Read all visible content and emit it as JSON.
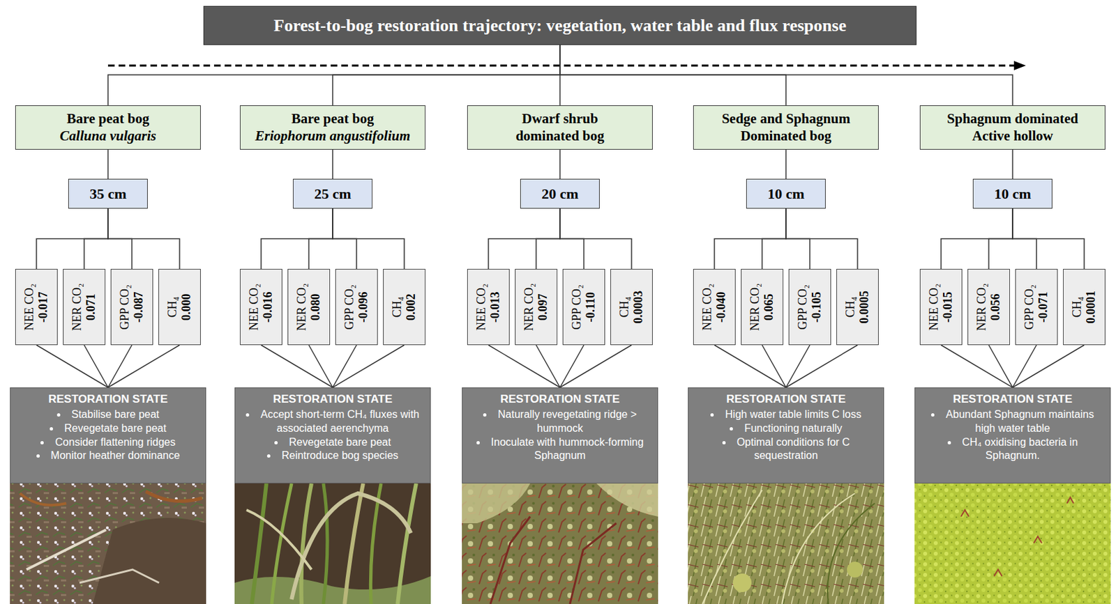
{
  "diagram": {
    "nodes": [
      {
        "text": [
          "Forest-to-bog restoration trajectory: vegetation, water table and flux response"
        ]
      },
      {
        "text": [
          "Bare peat bog",
          "Calluna vulgaris"
        ]
      },
      {
        "text": [
          "35 cm"
        ]
      },
      {
        "text": [
          "NEE CO₂",
          "-0.017"
        ]
      },
      {
        "text": [
          "NER CO₂",
          "0.071"
        ]
      },
      {
        "text": [
          "GPP CO₂",
          "-0.087"
        ]
      },
      {
        "text": [
          "CH₄",
          "0.000"
        ]
      },
      {
        "text": [
          "RESTORATION STATE",
          "Stabilise bare peat",
          "Revegetate bare peat",
          "Consider flattening ridges",
          "Monitor heather dominance"
        ]
      },
      {
        "text": [
          "Bare peat bog",
          "Eriophorum angustifolium"
        ]
      },
      {
        "text": [
          "25 cm"
        ]
      },
      {
        "text": [
          "NEE CO₂",
          "-0.016"
        ]
      },
      {
        "text": [
          "NER CO₂",
          "0.080"
        ]
      },
      {
        "text": [
          "GPP CO₂",
          "-0.096"
        ]
      },
      {
        "text": [
          "CH₄",
          "0.002"
        ]
      },
      {
        "text": [
          "RESTORATION STATE",
          "Accept short-term CH₄ fluxes with associated aerenchyma",
          "Revegetate bare peat",
          "Reintroduce bog species"
        ]
      },
      {
        "text": [
          "Dwarf shrub dominated bog"
        ]
      },
      {
        "text": [
          "20 cm"
        ]
      },
      {
        "text": [
          "NEE CO₂",
          "-0.013"
        ]
      },
      {
        "text": [
          "NER CO₂",
          "0.097"
        ]
      },
      {
        "text": [
          "GPP CO₂",
          "-0.110"
        ]
      },
      {
        "text": [
          "CH₄",
          "0.0003"
        ]
      },
      {
        "text": [
          "RESTORATION STATE",
          "Naturally revegetating ridge > hummock",
          "Inoculate with hummock-forming Sphagnum"
        ]
      },
      {
        "text": [
          "Sedge and Sphagnum Dominated bog"
        ]
      },
      {
        "text": [
          "10 cm"
        ]
      },
      {
        "text": [
          "NEE CO₂",
          "-0.040"
        ]
      },
      {
        "text": [
          "NER CO₂",
          "0.065"
        ]
      },
      {
        "text": [
          "GPP CO₂",
          "-0.105"
        ]
      },
      {
        "text": [
          "CH₄",
          "0.0005"
        ]
      },
      {
        "text": [
          "RESTORATION STATE",
          "High water table limits C loss",
          "Functioning naturally",
          "Optimal conditions for C sequestration"
        ]
      },
      {
        "text": [
          "Sphagnum dominated Active hollow"
        ]
      },
      {
        "text": [
          "10 cm"
        ]
      },
      {
        "text": [
          "NEE CO₂",
          "-0.015"
        ]
      },
      {
        "text": [
          "NER CO₂",
          "0.056"
        ]
      },
      {
        "text": [
          "GPP CO₂",
          "-0.071"
        ]
      },
      {
        "text": [
          "CH₄",
          "0.0001"
        ]
      },
      {
        "text": [
          "RESTORATION STATE",
          "Abundant Sphagnum maintains high water table",
          "CH₄ oxidising bacteria in Sphagnum."
        ]
      }
    ],
    "edges": [
      {
        "from": 0,
        "to": 1,
        "arrow": "none"
      },
      {
        "from": 0,
        "to": 8,
        "arrow": "none"
      },
      {
        "from": 0,
        "to": 15,
        "arrow": "none"
      },
      {
        "from": 0,
        "to": 22,
        "arrow": "none"
      },
      {
        "from": 0,
        "to": 29,
        "arrow": "none"
      },
      {
        "from": 1,
        "to": 2,
        "arrow": "none"
      },
      {
        "from": 2,
        "to": 3,
        "arrow": "none"
      },
      {
        "from": 2,
        "to": 4,
        "arrow": "none"
      },
      {
        "from": 2,
        "to": 5,
        "arrow": "none"
      },
      {
        "from": 2,
        "to": 6,
        "arrow": "none"
      },
      {
        "from": 3,
        "to": 7,
        "arrow": "none"
      },
      {
        "from": 4,
        "to": 7,
        "arrow": "none"
      },
      {
        "from": 5,
        "to": 7,
        "arrow": "none"
      },
      {
        "from": 6,
        "to": 7,
        "arrow": "none"
      },
      {
        "from": 8,
        "to": 9,
        "arrow": "none"
      },
      {
        "from": 9,
        "to": 10,
        "arrow": "none"
      },
      {
        "from": 9,
        "to": 11,
        "arrow": "none"
      },
      {
        "from": 9,
        "to": 12,
        "arrow": "none"
      },
      {
        "from": 9,
        "to": 13,
        "arrow": "none"
      },
      {
        "from": 10,
        "to": 14,
        "arrow": "none"
      },
      {
        "from": 11,
        "to": 14,
        "arrow": "none"
      },
      {
        "from": 12,
        "to": 14,
        "arrow": "none"
      },
      {
        "from": 13,
        "to": 14,
        "arrow": "none"
      },
      {
        "from": 15,
        "to": 16,
        "arrow": "none"
      },
      {
        "from": 16,
        "to": 17,
        "arrow": "none"
      },
      {
        "from": 16,
        "to": 18,
        "arrow": "none"
      },
      {
        "from": 16,
        "to": 19,
        "arrow": "none"
      },
      {
        "from": 16,
        "to": 20,
        "arrow": "none"
      },
      {
        "from": 17,
        "to": 21,
        "arrow": "none"
      },
      {
        "from": 18,
        "to": 21,
        "arrow": "none"
      },
      {
        "from": 19,
        "to": 21,
        "arrow": "none"
      },
      {
        "from": 20,
        "to": 21,
        "arrow": "none"
      },
      {
        "from": 22,
        "to": 23,
        "arrow": "none"
      },
      {
        "from": 23,
        "to": 24,
        "arrow": "none"
      },
      {
        "from": 23,
        "to": 25,
        "arrow": "none"
      },
      {
        "from": 23,
        "to": 26,
        "arrow": "none"
      },
      {
        "from": 23,
        "to": 27,
        "arrow": "none"
      },
      {
        "from": 24,
        "to": 28,
        "arrow": "none"
      },
      {
        "from": 25,
        "to": 28,
        "arrow": "none"
      },
      {
        "from": 26,
        "to": 28,
        "arrow": "none"
      },
      {
        "from": 27,
        "to": 28,
        "arrow": "none"
      },
      {
        "from": 29,
        "to": 30,
        "arrow": "none"
      },
      {
        "from": 30,
        "to": 31,
        "arrow": "none"
      },
      {
        "from": 30,
        "to": 32,
        "arrow": "none"
      },
      {
        "from": 30,
        "to": 33,
        "arrow": "none"
      },
      {
        "from": 30,
        "to": 34,
        "arrow": "none"
      },
      {
        "from": 31,
        "to": 35,
        "arrow": "none"
      },
      {
        "from": 32,
        "to": 35,
        "arrow": "none"
      },
      {
        "from": 33,
        "to": 35,
        "arrow": "none"
      },
      {
        "from": 34,
        "to": 35,
        "arrow": "none"
      }
    ]
  }
}
